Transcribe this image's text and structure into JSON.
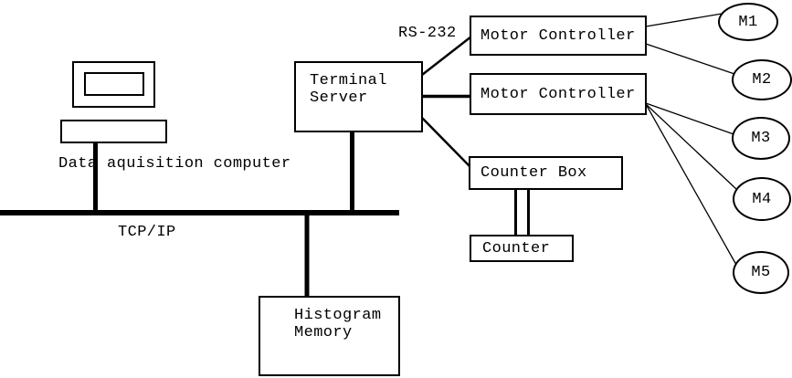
{
  "colors": {
    "ink": "#000000",
    "background": "#ffffff"
  },
  "nodes": {
    "data_acquisition": {
      "caption": "Data aquisition computer"
    },
    "terminal_server": {
      "label": "Terminal\nServer"
    },
    "motor_controller_1": {
      "label": "Motor Controller"
    },
    "motor_controller_2": {
      "label": "Motor Controller"
    },
    "counter_box": {
      "label": "Counter Box"
    },
    "counter": {
      "label": "Counter"
    },
    "histogram_memory": {
      "label": "Histogram\nMemory"
    }
  },
  "labels": {
    "rs232": "RS-232",
    "tcpip": "TCP/IP"
  },
  "motors": [
    {
      "label": "M1"
    },
    {
      "label": "M2"
    },
    {
      "label": "M3"
    },
    {
      "label": "M4"
    },
    {
      "label": "M5"
    }
  ]
}
